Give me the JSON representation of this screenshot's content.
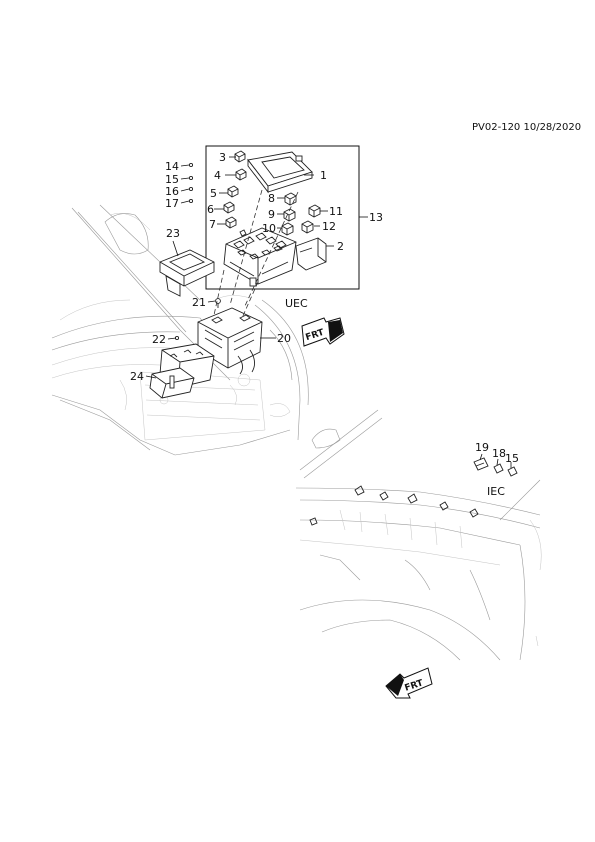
{
  "header": {
    "code": "PV02-120 10/28/2020"
  },
  "zones": {
    "uec": "UEC",
    "iec": "IEC"
  },
  "arrows": {
    "front": "FRT"
  },
  "callouts": {
    "c1": "1",
    "c2": "2",
    "c3": "3",
    "c4": "4",
    "c5": "5",
    "c6": "6",
    "c7": "7",
    "c8": "8",
    "c9": "9",
    "c10": "10",
    "c11": "11",
    "c12": "12",
    "c13": "13",
    "c14": "14",
    "c15a": "15",
    "c15b": "15",
    "c16": "16",
    "c17": "17",
    "c18": "18",
    "c19": "19",
    "c20": "20",
    "c21": "21",
    "c22": "22",
    "c23": "23",
    "c24": "24"
  }
}
